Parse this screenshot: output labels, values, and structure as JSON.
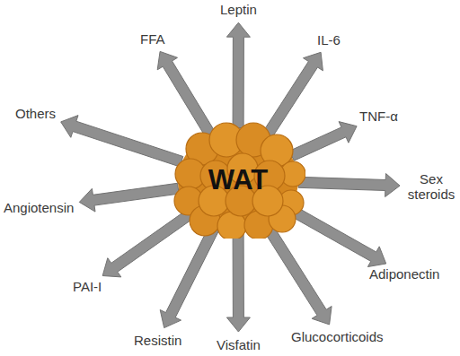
{
  "diagram": {
    "nodes": [
      {
        "text": [
          "WAT"
        ]
      },
      {
        "text": [
          "Leptin"
        ]
      },
      {
        "text": [
          "FFA"
        ]
      },
      {
        "text": [
          "IL-6"
        ]
      },
      {
        "text": [
          "Others"
        ]
      },
      {
        "text": [
          "TNF-α"
        ]
      },
      {
        "text": [
          "Sex steroids"
        ]
      },
      {
        "text": [
          "Angiotensin"
        ]
      },
      {
        "text": [
          "Adiponectin"
        ]
      },
      {
        "text": [
          "PAI-I"
        ]
      },
      {
        "text": [
          "Glucocorticoids"
        ]
      },
      {
        "text": [
          "Resistin"
        ]
      },
      {
        "text": [
          "Visfatin"
        ]
      }
    ],
    "edges": [
      {
        "from": 0,
        "to": 1,
        "arrow": "to"
      },
      {
        "from": 0,
        "to": 2,
        "arrow": "to"
      },
      {
        "from": 0,
        "to": 3,
        "arrow": "to"
      },
      {
        "from": 0,
        "to": 4,
        "arrow": "to"
      },
      {
        "from": 0,
        "to": 5,
        "arrow": "to"
      },
      {
        "from": 0,
        "to": 6,
        "arrow": "to"
      },
      {
        "from": 0,
        "to": 7,
        "arrow": "to"
      },
      {
        "from": 0,
        "to": 8,
        "arrow": "to"
      },
      {
        "from": 0,
        "to": 9,
        "arrow": "to"
      },
      {
        "from": 0,
        "to": 10,
        "arrow": "to"
      },
      {
        "from": 0,
        "to": 11,
        "arrow": "to"
      },
      {
        "from": 0,
        "to": 12,
        "arrow": "to"
      }
    ]
  }
}
